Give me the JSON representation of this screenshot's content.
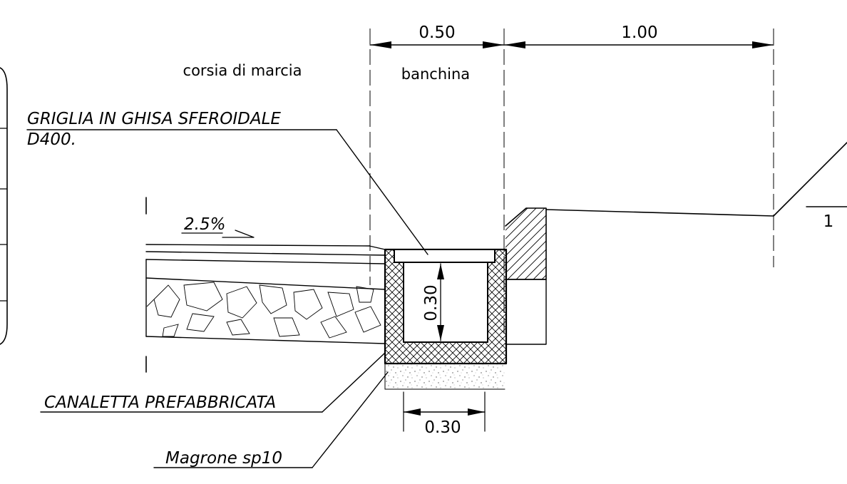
{
  "dimensions": {
    "top_left": "0.50",
    "top_right": "1.00",
    "channel_height": "0.30",
    "channel_width": "0.30"
  },
  "zones": {
    "lane": "corsia di marcia",
    "shoulder": "banchina"
  },
  "slope": {
    "road": "2.5%",
    "embankment_ratio": "1"
  },
  "callouts": {
    "grate_line1": "GRIGLIA IN GHISA SFEROIDALE",
    "grate_line2": "D400.",
    "channel": "CANALETTA PREFABBRICATA",
    "lean_concrete": "Magrone sp10"
  }
}
